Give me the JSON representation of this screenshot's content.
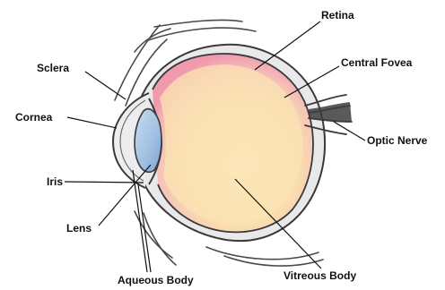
{
  "labels": {
    "retina": "Retina",
    "sclera": "Sclera",
    "central_fovea": "Central Fovea",
    "cornea": "Cornea",
    "optic_nerve": "Optic Nerve",
    "iris": "Iris",
    "lens": "Lens",
    "aqueous_body": "Aqueous Body",
    "vitreous_body": "Vitreous Body"
  },
  "colors": {
    "outline": "#3a3a3a",
    "sclera": "#e9e9ec",
    "retina_pink": "#f2a6b4",
    "vitreous_yellow": "#fbe3b3",
    "lens_blue": "#a9c7e6",
    "leader_line": "#111111"
  }
}
